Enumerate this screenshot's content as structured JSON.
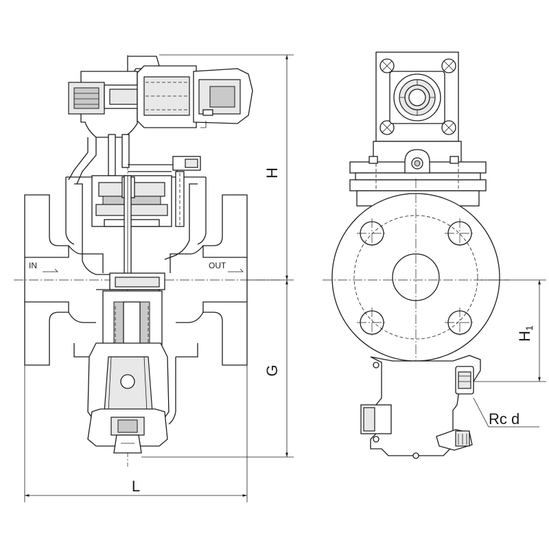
{
  "labels": {
    "flow_in": "IN",
    "flow_out": "OUT",
    "dim_H": "H",
    "dim_G": "G",
    "dim_L": "L",
    "dim_H1_main": "H",
    "dim_H1_sub": "1",
    "dim_Rc": "Rc d"
  },
  "colors": {
    "line": "#1a1a1a",
    "background": "#ffffff",
    "shade": "#e8e8e8"
  }
}
